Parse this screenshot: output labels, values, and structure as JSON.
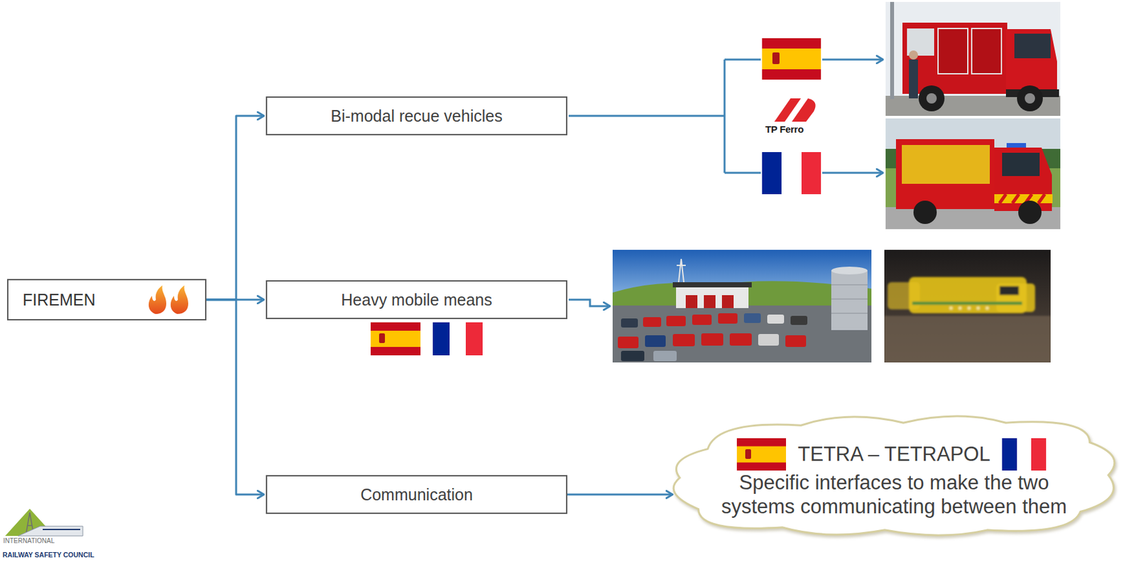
{
  "diagram": {
    "nodes": [
      {
        "text": [
          "FIREMEN"
        ]
      },
      {
        "text": [
          "Bi-modal recue vehicles"
        ]
      },
      {
        "text": [
          "Heavy mobile means"
        ]
      },
      {
        "text": [
          "Communication"
        ]
      },
      {
        "text": [
          "TETRA – TETRAPOL",
          "Specific interfaces to make the two systems communicating between them"
        ]
      }
    ],
    "edges": [
      {
        "from": 0,
        "to": 1,
        "arrow": "to"
      },
      {
        "from": 0,
        "to": 2,
        "arrow": "to"
      },
      {
        "from": 0,
        "to": 3,
        "arrow": "to"
      },
      {
        "from": 3,
        "to": 4,
        "arrow": "to"
      }
    ],
    "labels": [
      "TP Ferro",
      "INTERNATIONAL",
      "RAILWAY SAFETY COUNCIL"
    ]
  }
}
